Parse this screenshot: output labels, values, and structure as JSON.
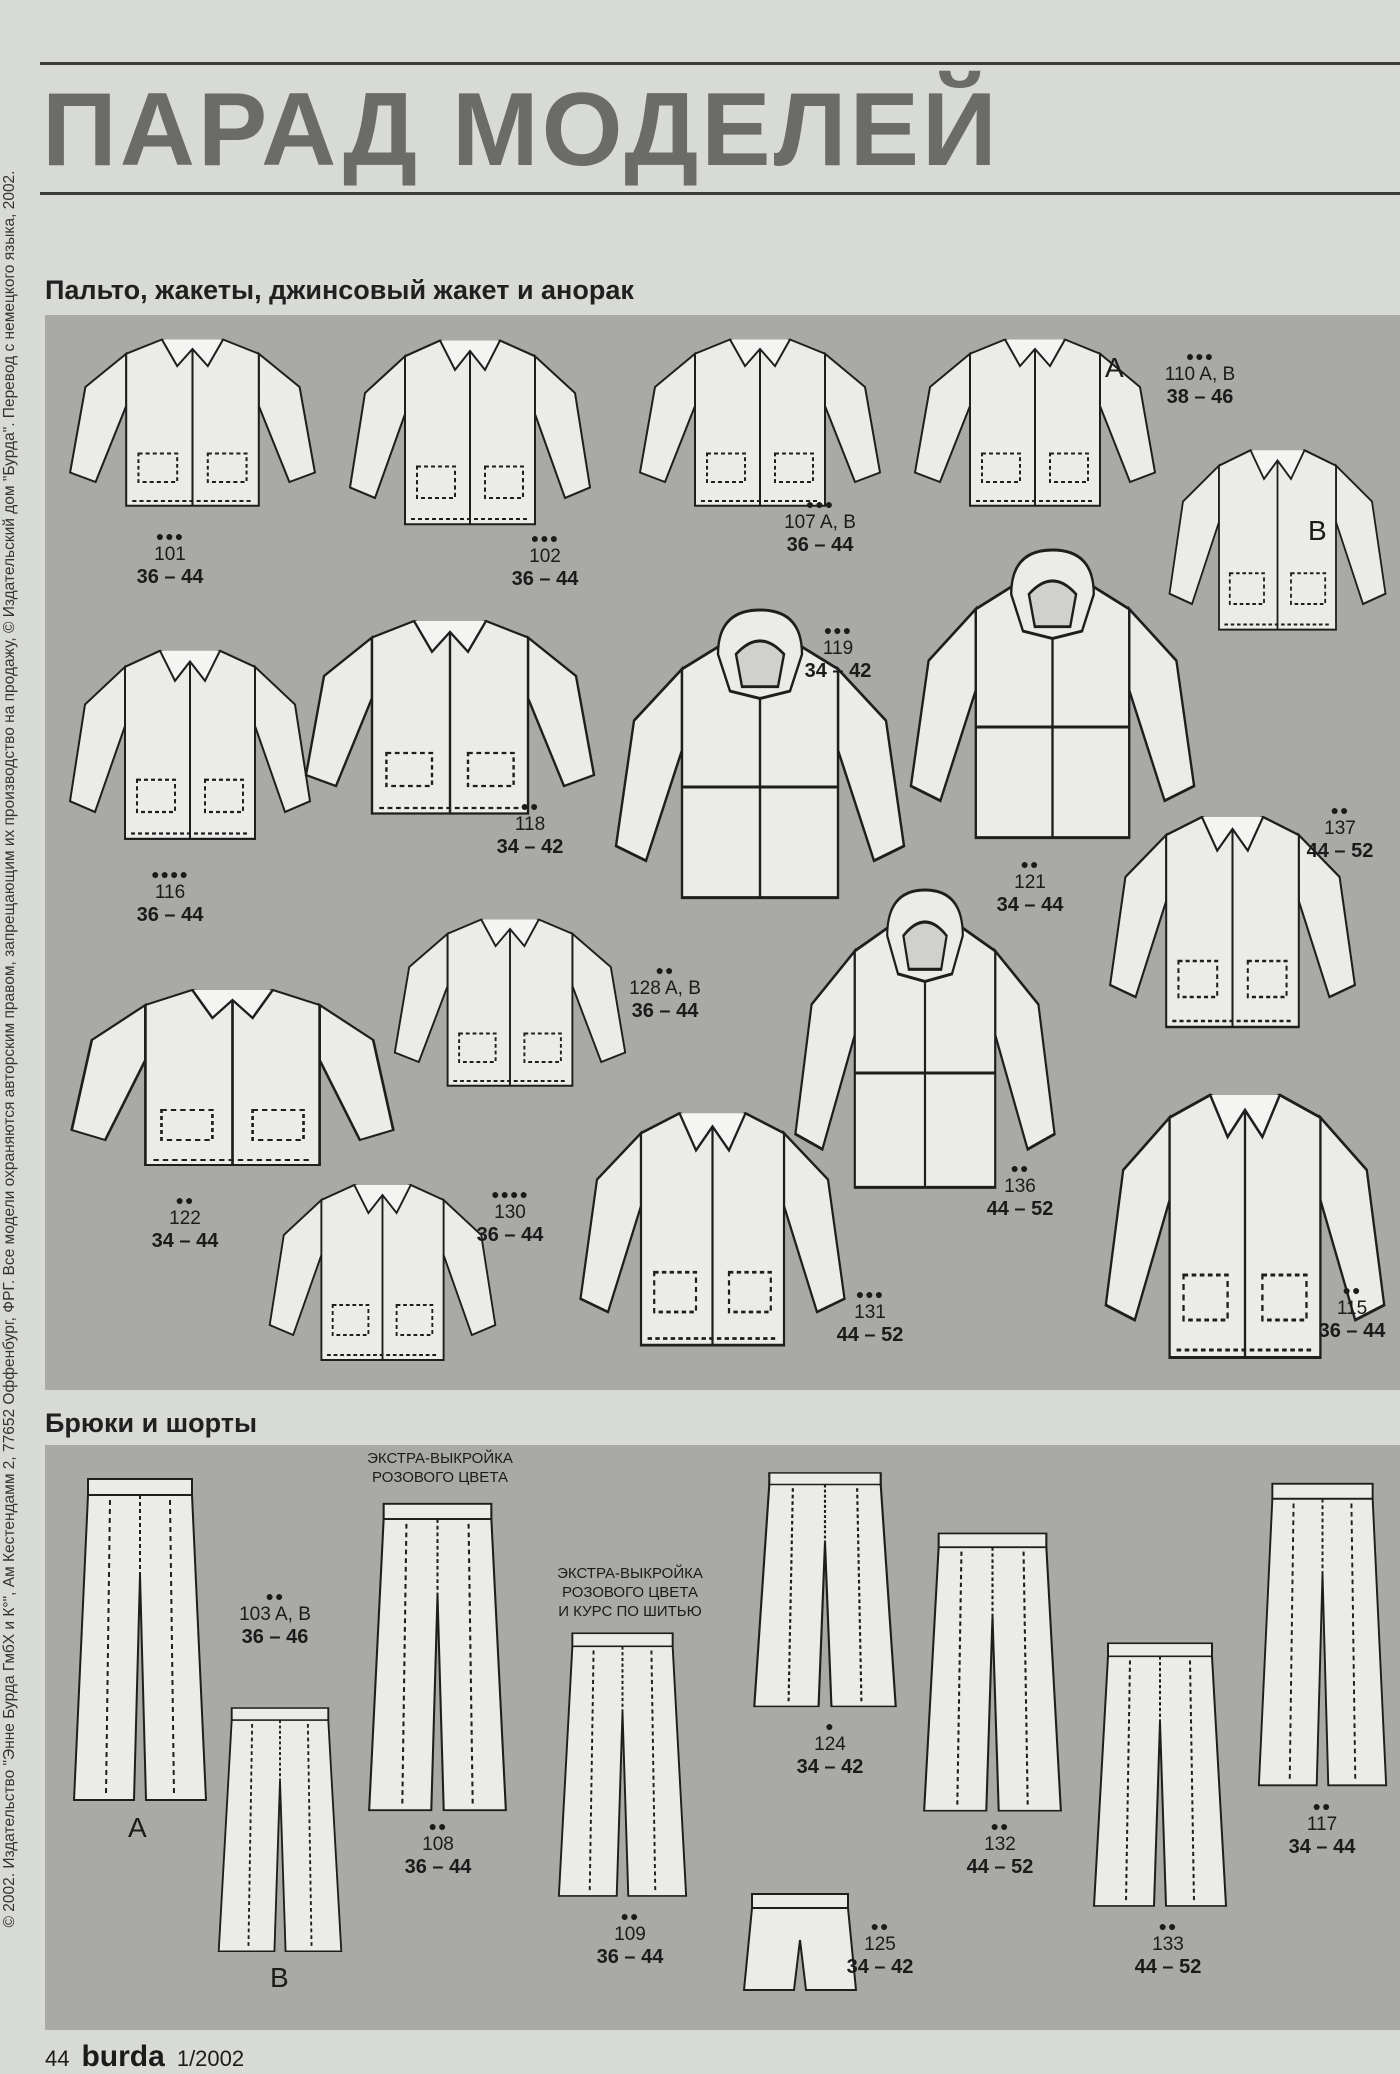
{
  "title": "ПАРАД МОДЕЛЕЙ",
  "side_copyright": "© 2002. Издательство \"Энне Бурда ГмбХ и К°\", Ам Кестендамм 2, 77652 Оффенбург, ФРГ. Все модели охраняются авторским правом, запрещающим их производство на продажу, © Издательский дом \"Бурда\". Перевод с немецкого языка, 2002.",
  "sections": [
    {
      "heading": "Пальто, жакеты, джинсовый жакет и анорак",
      "items": [
        {
          "dots": "●●●",
          "number": "101",
          "sizes": "36 – 44"
        },
        {
          "dots": "●●●",
          "number": "102",
          "sizes": "36 – 44"
        },
        {
          "dots": "●●●",
          "number": "107 A, B",
          "sizes": "36 – 44"
        },
        {
          "dots": "●●●",
          "number": "110 A, B",
          "sizes": "38 – 46",
          "variants": [
            "A",
            "B"
          ]
        },
        {
          "dots": "●●●●",
          "number": "116",
          "sizes": "36 – 44"
        },
        {
          "dots": "●●",
          "number": "118",
          "sizes": "34 – 42"
        },
        {
          "dots": "●●●",
          "number": "119",
          "sizes": "34 – 42"
        },
        {
          "dots": "●●",
          "number": "121",
          "sizes": "34 – 44"
        },
        {
          "dots": "●●",
          "number": "137",
          "sizes": "44 – 52"
        },
        {
          "dots": "●●",
          "number": "128 A, B",
          "sizes": "36 – 44"
        },
        {
          "dots": "●●",
          "number": "122",
          "sizes": "34 – 44"
        },
        {
          "dots": "●●",
          "number": "136",
          "sizes": "44 – 52"
        },
        {
          "dots": "●●●●",
          "number": "130",
          "sizes": "36 – 44"
        },
        {
          "dots": "●●●",
          "number": "131",
          "sizes": "44 – 52"
        },
        {
          "dots": "●●",
          "number": "115",
          "sizes": "36 – 44"
        }
      ]
    },
    {
      "heading": "Брюки и шорты",
      "notes": {
        "extra_pink": [
          "ЭКСТРА-ВЫКРОЙКА",
          "РОЗОВОГО ЦВЕТА"
        ],
        "extra_pink_course": [
          "ЭКСТРА-ВЫКРОЙКА",
          "РОЗОВОГО ЦВЕТА",
          "И КУРС ПО ШИТЬЮ"
        ]
      },
      "items": [
        {
          "dots": "●●",
          "number": "103 A, B",
          "sizes": "36 – 46",
          "variants": [
            "A",
            "B"
          ]
        },
        {
          "dots": "●●",
          "number": "108",
          "sizes": "36 – 44"
        },
        {
          "dots": "●●",
          "number": "109",
          "sizes": "36 – 44"
        },
        {
          "dots": "●",
          "number": "124",
          "sizes": "34 – 42"
        },
        {
          "dots": "●●",
          "number": "125",
          "sizes": "34 – 42"
        },
        {
          "dots": "●●",
          "number": "132",
          "sizes": "44 – 52"
        },
        {
          "dots": "●●",
          "number": "133",
          "sizes": "44 – 52"
        },
        {
          "dots": "●●",
          "number": "117",
          "sizes": "34 – 44"
        }
      ]
    }
  ],
  "footer": {
    "page": "44",
    "brand": "burda",
    "issue": "1/2002"
  }
}
